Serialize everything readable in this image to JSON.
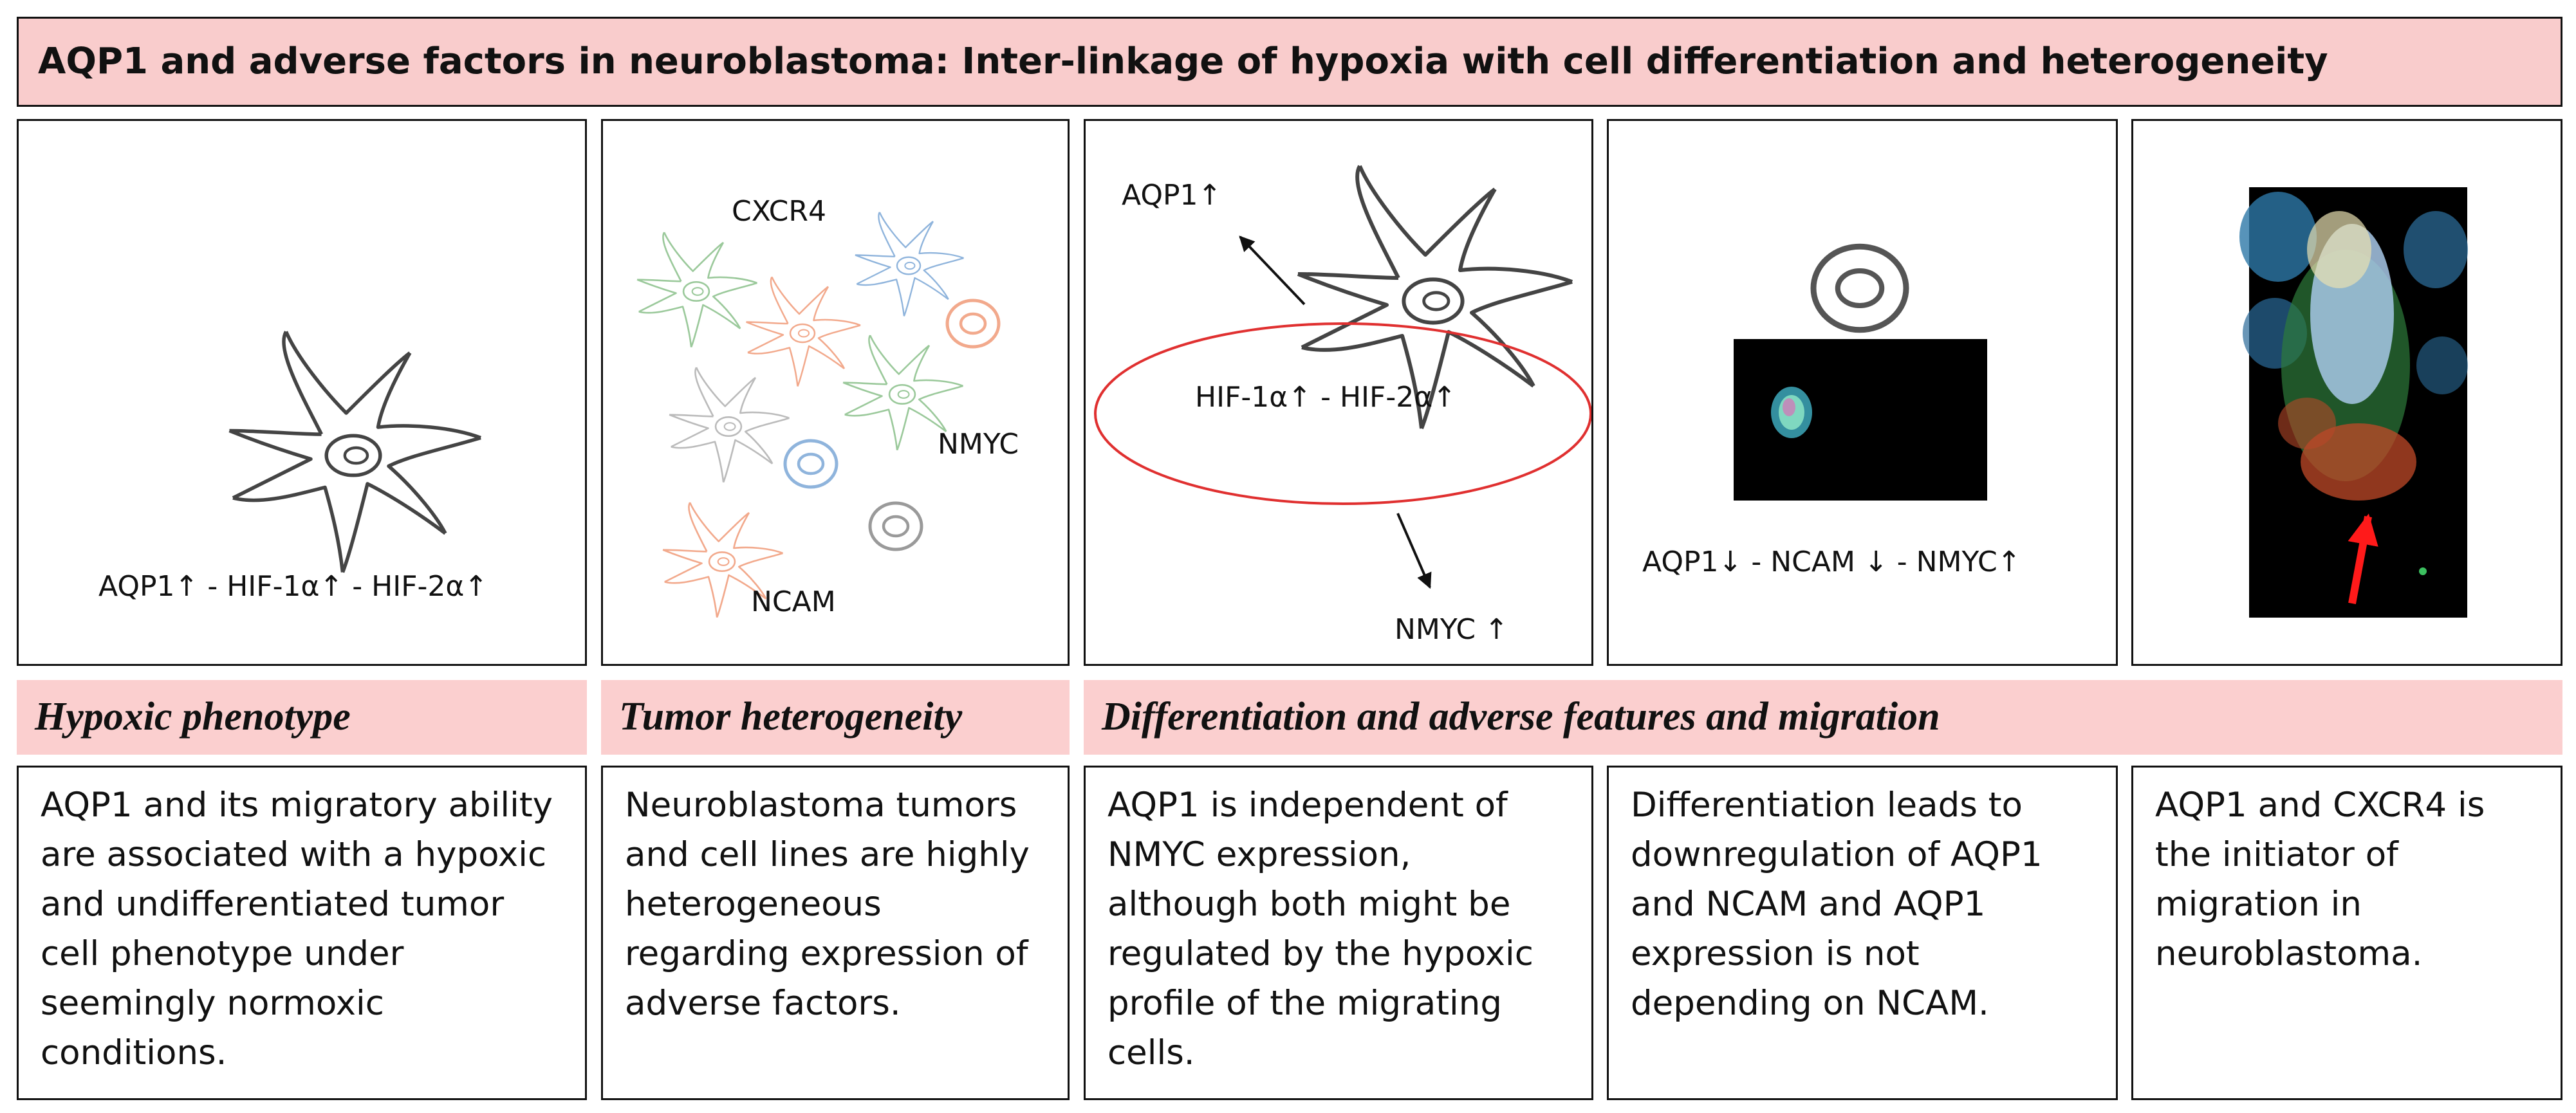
{
  "title": "AQP1 and adverse factors in neuroblastoma:  Inter-linkage of hypoxia with cell differentiation and heterogeneity",
  "panels": {
    "p1": {
      "label": "AQP1↑ - HIF-1α↑ - HIF-2α↑"
    },
    "p2": {
      "cxcr4": "CXCR4",
      "nmyc": "NMYC",
      "ncam": "NCAM"
    },
    "p3": {
      "aqp1": "AQP1↑",
      "hif": "HIF-1α↑ - HIF-2α↑",
      "nmyc": "NMYC ↑"
    },
    "p4": {
      "label": "AQP1↓ - NCAM ↓ - NMYC↑"
    }
  },
  "categories": [
    "Hypoxic phenotype",
    "Tumor heterogeneity",
    "Differentiation and adverse features and migration"
  ],
  "descriptions": [
    "AQP1 and its migratory ability are associated with a hypoxic and undifferentiated tumor cell phenotype under seemingly normoxic conditions.",
    "Neuroblastoma tumors and cell lines are highly heterogeneous regarding expression of adverse factors.",
    "AQP1 is independent of NMYC expression, although both might be regulated by the hypoxic profile of the migrating cells.",
    "Differentiation leads to downregulation of AQP1 and NCAM and AQP1 expression is not depending on NCAM.",
    "AQP1 and CXCR4 is the initiator of migration in neuroblastoma."
  ],
  "colors": {
    "title_bg": "#f9cccc",
    "category_bg": "#fbcfcf",
    "cell_green": "#9bc99b",
    "cell_orange": "#f2a98c",
    "cell_blue": "#8fb4dc",
    "cell_gray": "#9a9a9a",
    "hif_ellipse": "#e03030",
    "migration_arrow": "#ff1a1a"
  }
}
